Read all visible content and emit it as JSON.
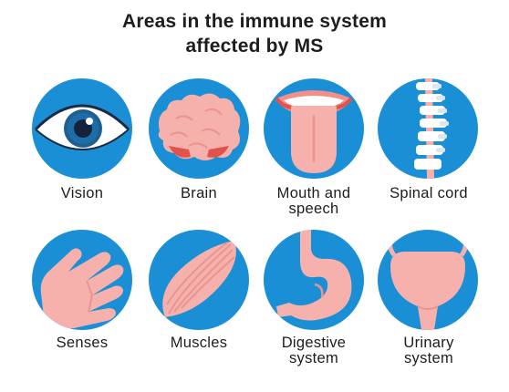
{
  "title": {
    "line1": "Areas in the immune system",
    "line2": "affected by MS"
  },
  "items": [
    {
      "label_lines": [
        "Vision"
      ],
      "icon": "eye-icon"
    },
    {
      "label_lines": [
        "Brain"
      ],
      "icon": "brain-icon"
    },
    {
      "label_lines": [
        "Mouth and",
        "speech"
      ],
      "icon": "mouth-icon"
    },
    {
      "label_lines": [
        "Spinal cord"
      ],
      "icon": "spine-icon"
    },
    {
      "label_lines": [
        "Senses"
      ],
      "icon": "hand-icon"
    },
    {
      "label_lines": [
        "Muscles"
      ],
      "icon": "muscle-icon"
    },
    {
      "label_lines": [
        "Digestive",
        "system"
      ],
      "icon": "stomach-icon"
    },
    {
      "label_lines": [
        "Urinary",
        "system"
      ],
      "icon": "bladder-icon"
    }
  ],
  "colors": {
    "circle": "#1b8fd6",
    "tissue": "#f6b1ad",
    "tissue_dark": "#e8958f",
    "text": "#1d1d1b"
  }
}
